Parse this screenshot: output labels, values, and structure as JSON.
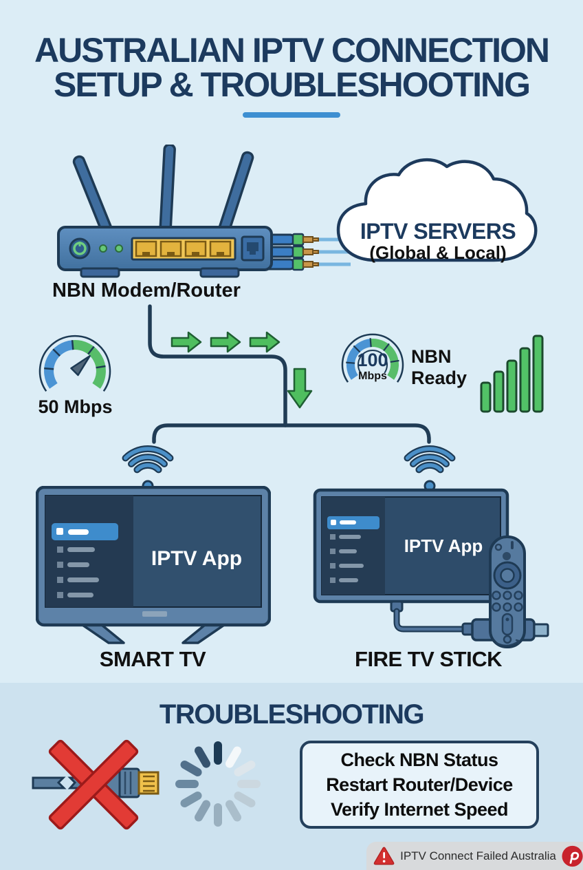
{
  "title": {
    "line1": "AUSTRALIAN IPTV CONNECTION",
    "line2": "SETUP & TROUBLESHOOTING"
  },
  "network": {
    "router_label": "NBN Modem/Router",
    "cloud": {
      "title": "IPTV SERVERS",
      "subtitle": "(Global & Local)"
    }
  },
  "speed": {
    "local_gauge_label": "50 Mbps",
    "nbn_gauge_value": "100",
    "nbn_gauge_unit": "Mbps",
    "nbn_ready_label": "NBN Ready"
  },
  "devices": {
    "smart_tv": {
      "app_label": "IPTV App",
      "label": "SMART TV"
    },
    "fire_tv": {
      "app_label": "IPTV App",
      "label": "FIRE TV STICK"
    }
  },
  "troubleshooting": {
    "heading": "TROUBLESHOOTING",
    "tips": [
      "Check NBN Status",
      "Restart Router/Device",
      "Verify Internet Speed"
    ]
  },
  "footer": {
    "attribution": "IPTV Connect Failed Australia"
  },
  "icons": [
    "router-icon",
    "cloud-icon",
    "speed-gauge-50-icon",
    "speed-gauge-100-icon",
    "signal-bars-icon",
    "wifi-icon",
    "smart-tv-icon",
    "fire-tv-stick-icon",
    "remote-icon",
    "green-arrow-icon",
    "down-arrow-icon",
    "broken-cable-icon",
    "red-x-icon",
    "loading-spinner-icon",
    "warning-icon",
    "pinterest-icon"
  ],
  "colors": {
    "background": "#dcedf6",
    "section_background": "#cde2ef",
    "navy": "#1c3a5e",
    "accent_blue": "#3d8fd1",
    "gauge_blue": "#4b94d4",
    "green": "#53c167",
    "red": "#e23b35",
    "pinterest_red": "#c8232c"
  }
}
